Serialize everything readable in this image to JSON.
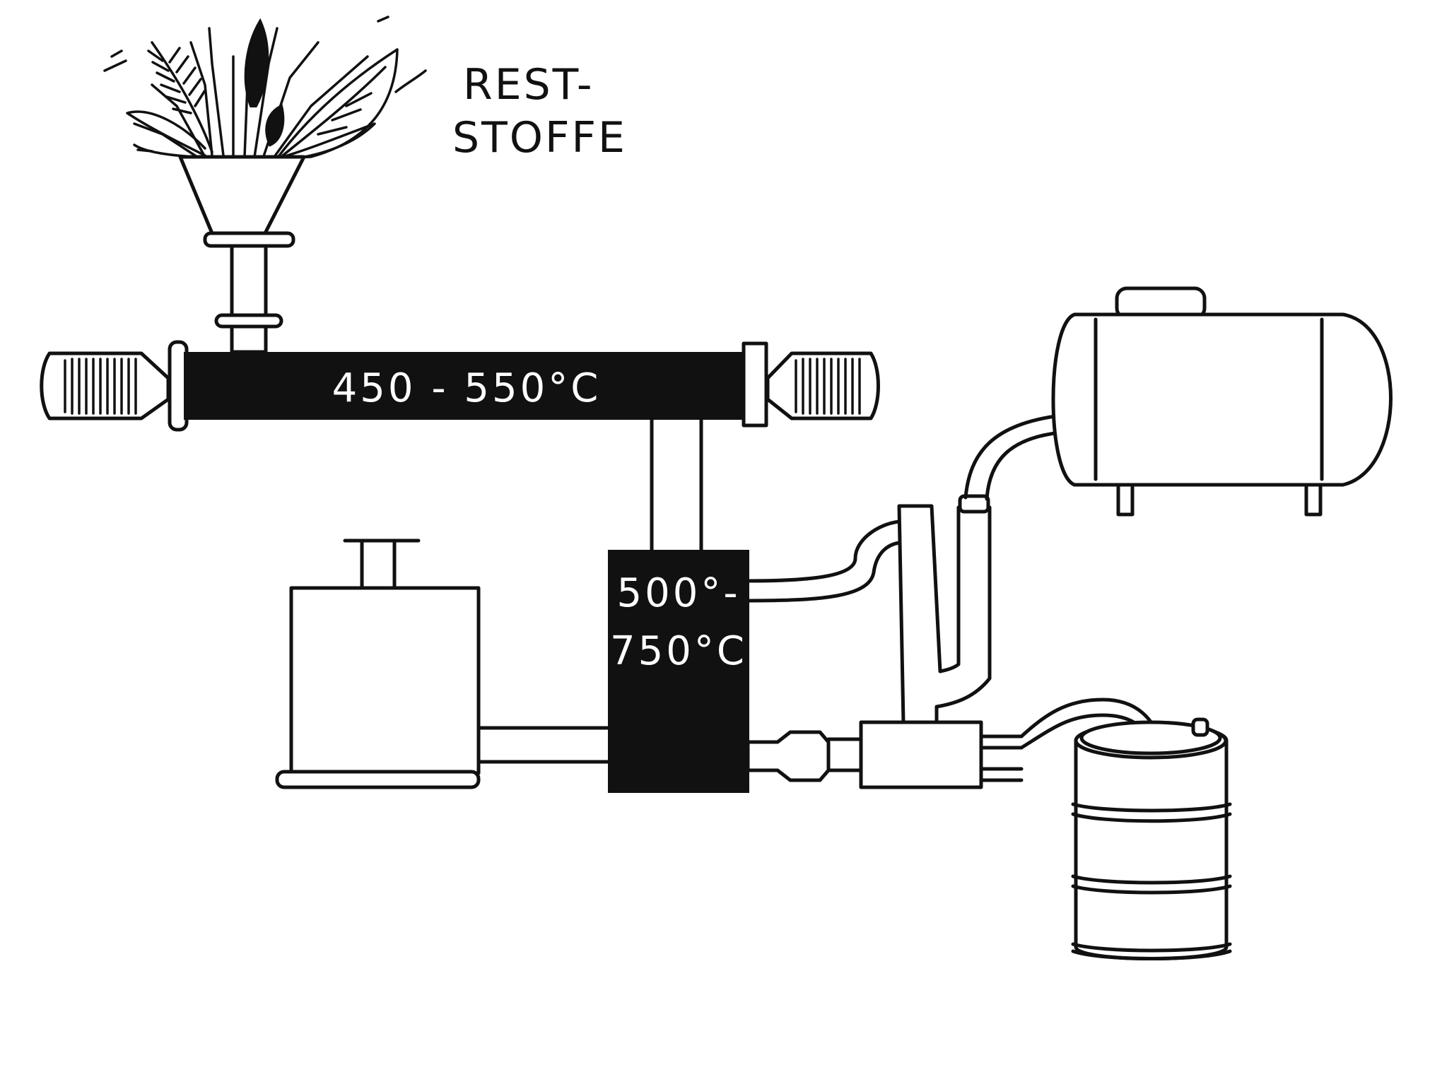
{
  "labels": {
    "feedstock_line1": "REST-",
    "feedstock_line2": "STOFFE",
    "reactor_temp": "450 - 550°C",
    "chamber_temp_line1": "500°-",
    "chamber_temp_line2": "750°C"
  },
  "colors": {
    "ink": "#111111",
    "paper": "#ffffff"
  },
  "icons": [
    "plant-bundle-icon",
    "funnel-icon",
    "motor-icon",
    "tank-icon",
    "barrel-icon"
  ]
}
